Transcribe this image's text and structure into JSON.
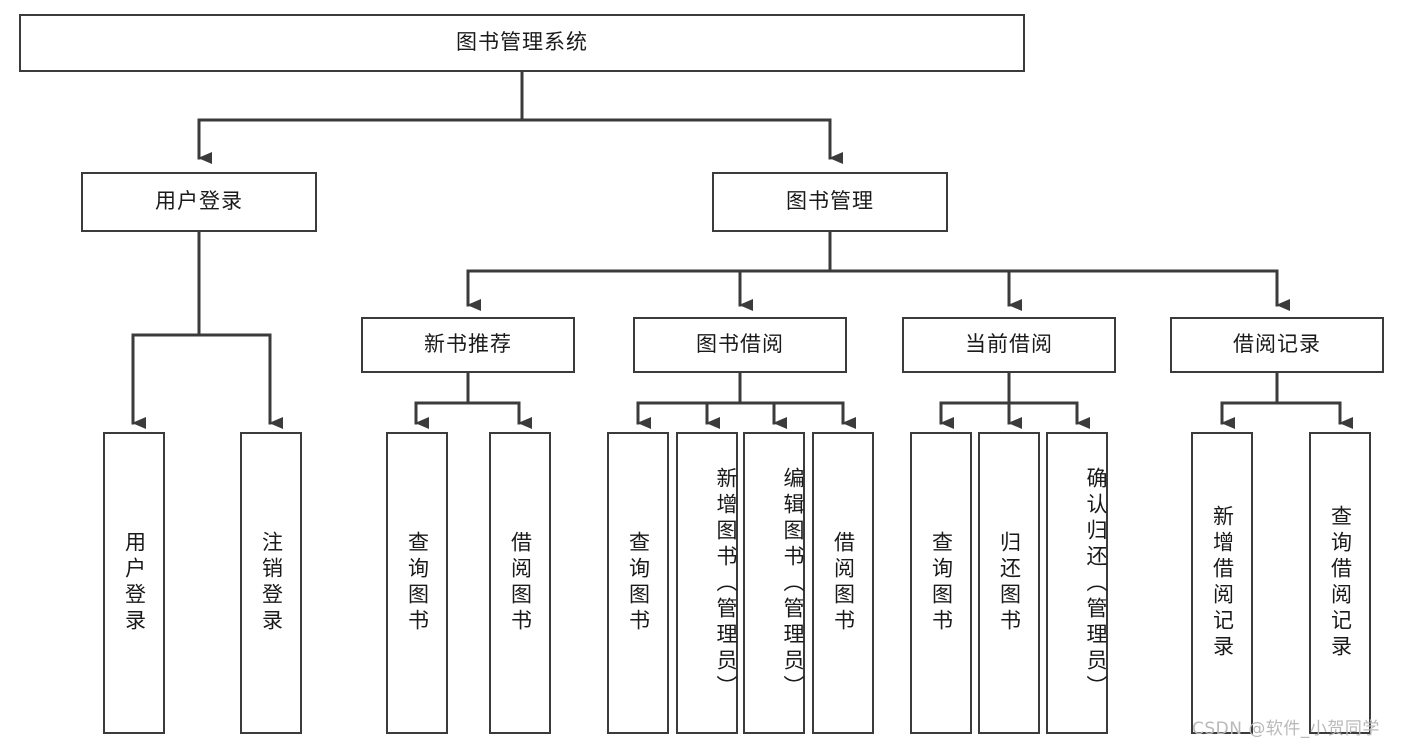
{
  "diagram": {
    "title": "图书管理系统",
    "type": "hierarchy-tree",
    "root": {
      "id": "root",
      "label": "图书管理系统"
    },
    "level1": [
      {
        "id": "user-login",
        "label": "用户登录"
      },
      {
        "id": "book-management",
        "label": "图书管理"
      }
    ],
    "level2": [
      {
        "id": "new-book-recommend",
        "label": "新书推荐",
        "parent": "book-management"
      },
      {
        "id": "book-borrow",
        "label": "图书借阅",
        "parent": "book-management"
      },
      {
        "id": "current-borrow",
        "label": "当前借阅",
        "parent": "book-management"
      },
      {
        "id": "borrow-record",
        "label": "借阅记录",
        "parent": "book-management"
      }
    ],
    "leaves": {
      "user-login": [
        {
          "id": "leaf-user-login",
          "label": "用户登录"
        },
        {
          "id": "leaf-user-logout",
          "label": "注销登录"
        }
      ],
      "new-book-recommend": [
        {
          "id": "leaf-query-book-1",
          "label": "查询图书"
        },
        {
          "id": "leaf-borrow-book-1",
          "label": "借阅图书"
        }
      ],
      "book-borrow": [
        {
          "id": "leaf-query-book-2",
          "label": "查询图书"
        },
        {
          "id": "leaf-add-book",
          "label": "新增图书（管理员）"
        },
        {
          "id": "leaf-edit-book",
          "label": "编辑图书（管理员）"
        },
        {
          "id": "leaf-borrow-book-2",
          "label": "借阅图书"
        }
      ],
      "current-borrow": [
        {
          "id": "leaf-query-book-3",
          "label": "查询图书"
        },
        {
          "id": "leaf-return-book",
          "label": "归还图书"
        },
        {
          "id": "leaf-confirm-return",
          "label": "确认归还（管理员）"
        }
      ],
      "borrow-record": [
        {
          "id": "leaf-add-record",
          "label": "新增借阅记录"
        },
        {
          "id": "leaf-query-record",
          "label": "查询借阅记录"
        }
      ]
    }
  },
  "watermark": {
    "text": "CSDN @软件_小贺同学"
  },
  "colors": {
    "stroke": "#3b3b3b",
    "background": "#ffffff",
    "text": "#1a1a1a",
    "watermark": "#b9b9b9"
  }
}
